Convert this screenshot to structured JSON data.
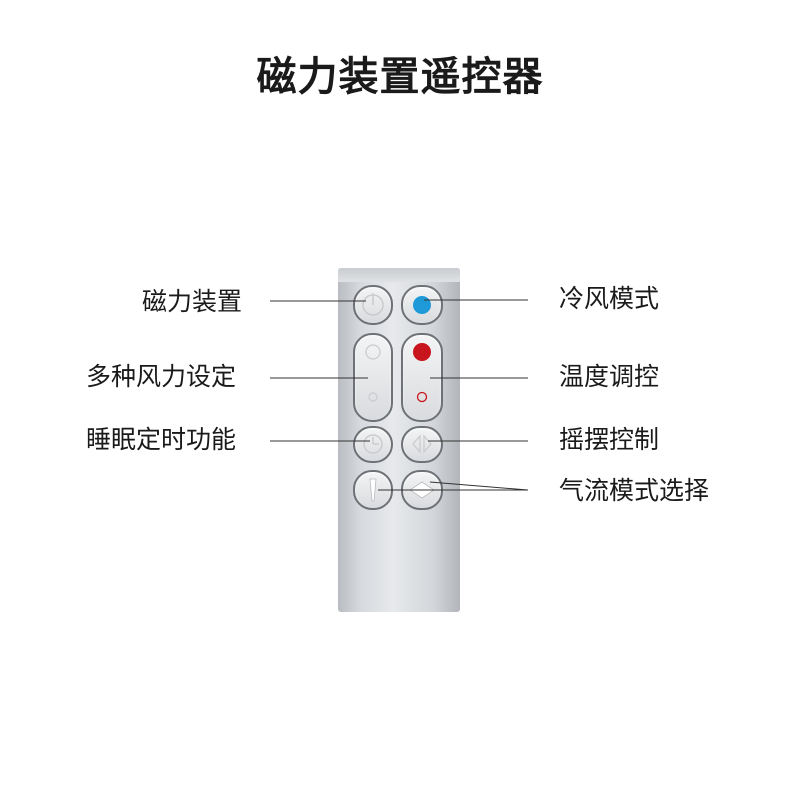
{
  "title": "磁力装置遥控器",
  "labels": {
    "magnetic_device": "磁力装置",
    "wind_levels": "多种风力设定",
    "sleep_timer": "睡眠定时功能",
    "cool_mode": "冷风模式",
    "temperature": "温度调控",
    "oscillation": "摇摆控制",
    "airflow_mode": "气流模式选择"
  },
  "colors": {
    "cool_indicator": "#1f9ad8",
    "heat_indicator": "#c8141c",
    "remote_body": "#d6d9dd"
  },
  "icons": {
    "power": "power-icon",
    "cool": "cool-dot-icon",
    "wind": "wind-speed-icon",
    "heat": "heat-dot-icon",
    "timer": "timer-icon",
    "oscillation": "oscillation-icon",
    "focus": "focused-airflow-icon",
    "diffuse": "diffused-airflow-icon"
  }
}
